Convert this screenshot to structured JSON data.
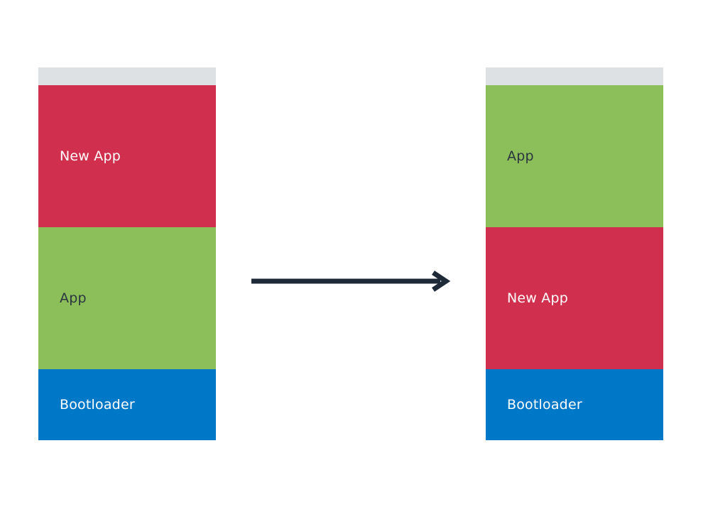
{
  "colors": {
    "reserved": "#dde1e4",
    "new_app": "#d0304e",
    "app": "#8cbf5a",
    "bootloader": "#0078c8",
    "dark_text": "#2b3540",
    "light_text": "#ffffff",
    "arrow": "#1f2a38"
  },
  "before": {
    "blocks": [
      {
        "label": "New App",
        "kind": "new_app"
      },
      {
        "label": "App",
        "kind": "app"
      },
      {
        "label": "Bootloader",
        "kind": "bootloader"
      }
    ]
  },
  "after": {
    "blocks": [
      {
        "label": "App",
        "kind": "app"
      },
      {
        "label": "New App",
        "kind": "new_app"
      },
      {
        "label": "Bootloader",
        "kind": "bootloader"
      }
    ]
  },
  "arrow": {
    "icon": "arrow-right-icon"
  }
}
